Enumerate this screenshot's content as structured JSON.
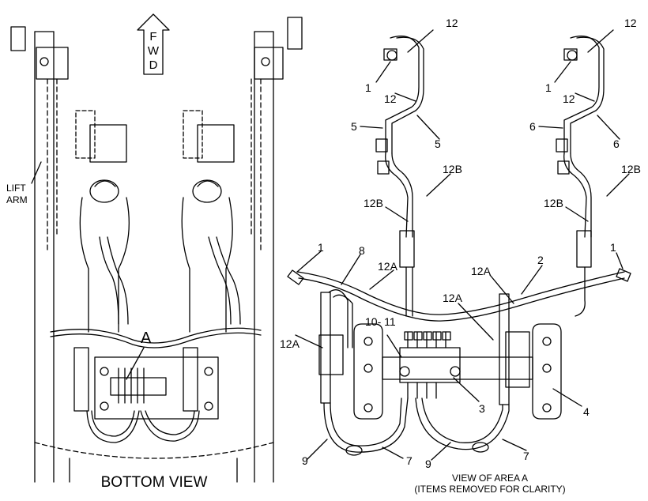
{
  "fwd_arrow": {
    "letters": [
      "F",
      "W",
      "D"
    ]
  },
  "left_view": {
    "caption": "BOTTOM VIEW",
    "lift_arm_label": [
      "LIFT",
      "ARM"
    ],
    "area_label": "A"
  },
  "right_view": {
    "caption": [
      "VIEW OF AREA A",
      "(ITEMS REMOVED FOR CLARITY)"
    ]
  },
  "callouts": {
    "c12_left_top": "12",
    "c1_left_top": "1",
    "c12_left_mid": "12",
    "c5_left": "5",
    "c5_right": "5",
    "c12b_left_a": "12B",
    "c12b_left_b": "12B",
    "c12_right_top": "12",
    "c1_right_top": "1",
    "c12_right_mid": "12",
    "c6_left": "6",
    "c6_right": "6",
    "c12b_right_a": "12B",
    "c12b_right_b": "12B",
    "c1_mid_left": "1",
    "c8": "8",
    "c12a_a": "12A",
    "c12a_b": "12A",
    "c12a_c": "12A",
    "c12a_d": "12A",
    "c2": "2",
    "c1_mid_right": "1",
    "c10_11": "10- 11",
    "c3": "3",
    "c4": "4",
    "c9_a": "9",
    "c7_a": "7",
    "c9_b": "9",
    "c7_b": "7"
  }
}
